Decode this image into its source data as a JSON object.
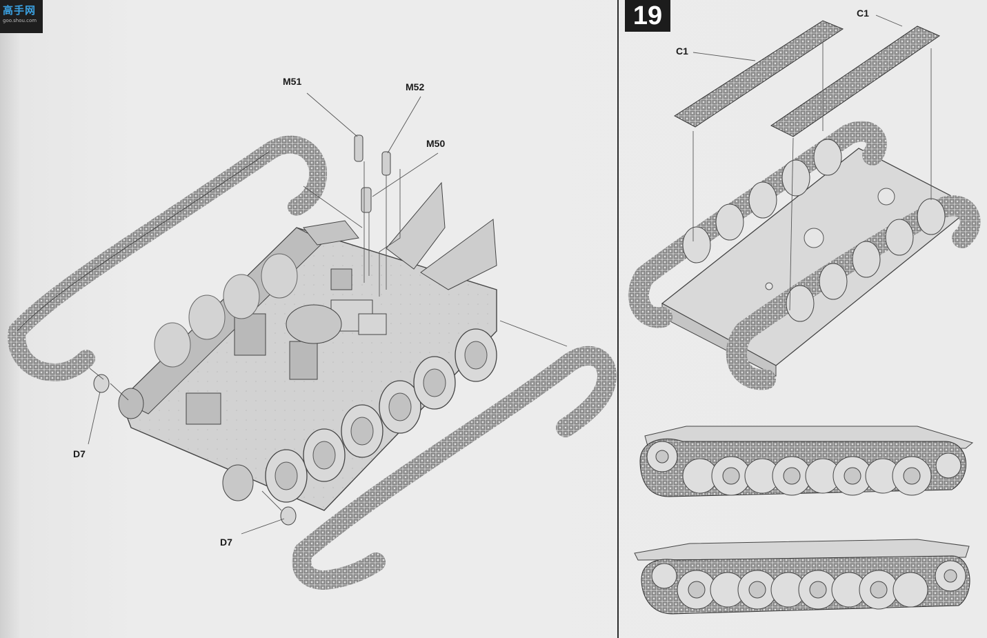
{
  "watermark": {
    "logo_text": "高手网",
    "url_text": "goo.shou.com"
  },
  "step": {
    "number": "19"
  },
  "callouts": {
    "m51": "M51",
    "m52": "M52",
    "m50": "M50",
    "d7_top": "D7",
    "d7_bottom": "D7",
    "c1_left": "C1",
    "c1_right": "C1"
  },
  "colors": {
    "step_box": "#1c1c1c",
    "divider": "#2a2a2a",
    "line_art": "#555555",
    "part_fill": "#c8c8c8"
  },
  "icons": {
    "logo": "site-watermark-logo"
  }
}
